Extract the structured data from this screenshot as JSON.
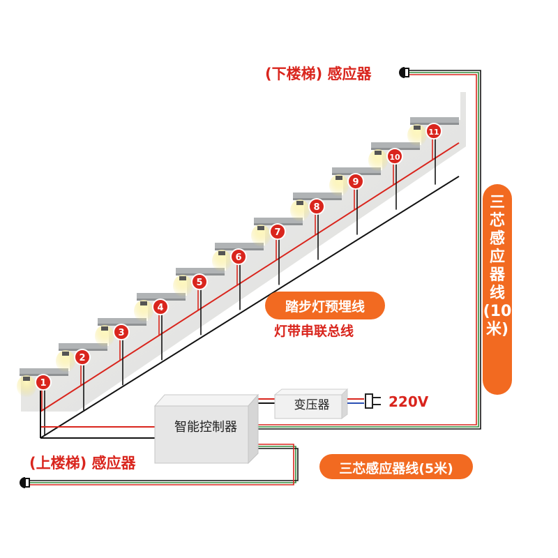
{
  "labels": {
    "top_sensor": "(下楼梯) 感应器",
    "bottom_sensor": "(上楼梯) 感应器",
    "stair_wire_line1": "踏步灯预埋线",
    "stair_wire_line2": "灯带串联总线",
    "sensor_wire_10m": "三芯感应器线(10米)",
    "sensor_wire_5m": "三芯感应器线(5米)",
    "controller": "智能控制器",
    "transformer": "变压器",
    "voltage": "220V"
  },
  "steps": [
    "1",
    "2",
    "3",
    "4",
    "5",
    "6",
    "7",
    "8",
    "9",
    "10",
    "11"
  ],
  "colors": {
    "accent_red": "#d9251d",
    "callout_orange": "#f26a21",
    "wire_green": "#2e8b3a",
    "wire_red": "#d9251d",
    "wire_black": "#111111",
    "concrete": "#e8e8e6",
    "tread": "#b0b3b5"
  }
}
